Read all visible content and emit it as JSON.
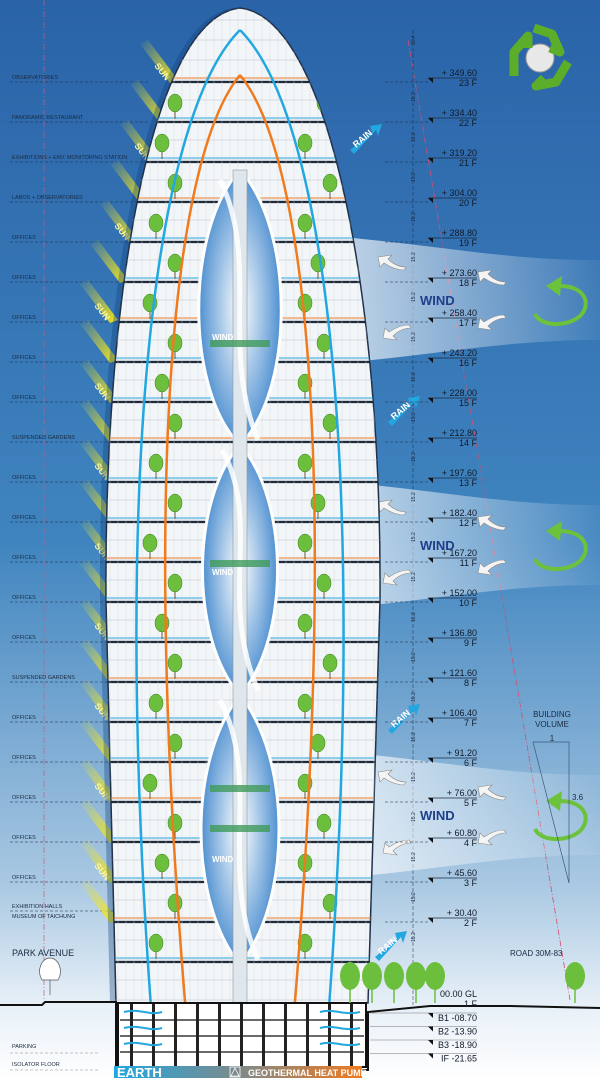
{
  "title": "Tower section diagram",
  "colors": {
    "sky_top": "#2a63a8",
    "sky_bottom": "#dbe8f3",
    "accent_blue": "#22a7e0",
    "accent_orange": "#f07a1e",
    "tree_green": "#6cbf3c",
    "sun_yellow": "#f2e51a"
  },
  "floor_labels": [
    "OBSERVATORIES",
    "PANORAMIC RESTAURANT",
    "EXHIBITIONS + ENV. MONITORING STATION",
    "LABOS + OBSERVATORIES",
    "OFFICES",
    "OFFICES",
    "OFFICES",
    "OFFICES",
    "OFFICES",
    "SUSPENDED GARDENS",
    "OFFICES",
    "OFFICES",
    "OFFICES",
    "OFFICES",
    "OFFICES",
    "SUSPENDED GARDENS",
    "OFFICES",
    "OFFICES",
    "OFFICES",
    "OFFICES",
    "OFFICES",
    "EXHIBITION HALLS"
  ],
  "museum_label": "MUSEUM OF TAICHUNG",
  "levels": [
    {
      "elev": "+ 349.60",
      "floor": "23 F"
    },
    {
      "elev": "+ 334.40",
      "floor": "22 F"
    },
    {
      "elev": "+ 319.20",
      "floor": "21 F"
    },
    {
      "elev": "+ 304.00",
      "floor": "20 F"
    },
    {
      "elev": "+ 288.80",
      "floor": "19 F"
    },
    {
      "elev": "+ 273.60",
      "floor": "18 F"
    },
    {
      "elev": "+ 258.40",
      "floor": "17 F"
    },
    {
      "elev": "+ 243.20",
      "floor": "16 F"
    },
    {
      "elev": "+ 228.00",
      "floor": "15 F"
    },
    {
      "elev": "+ 212.80",
      "floor": "14 F"
    },
    {
      "elev": "+ 197.60",
      "floor": "13 F"
    },
    {
      "elev": "+ 182.40",
      "floor": "12 F"
    },
    {
      "elev": "+ 167.20",
      "floor": "11 F"
    },
    {
      "elev": "+ 152.00",
      "floor": "10 F"
    },
    {
      "elev": "+ 136.80",
      "floor": "9 F"
    },
    {
      "elev": "+ 121.60",
      "floor": "8 F"
    },
    {
      "elev": "+ 106.40",
      "floor": "7 F"
    },
    {
      "elev": "+ 91.20",
      "floor": "6 F"
    },
    {
      "elev": "+ 76.00",
      "floor": "5 F"
    },
    {
      "elev": "+ 60.80",
      "floor": "4 F"
    },
    {
      "elev": "+ 45.60",
      "floor": "3 F"
    },
    {
      "elev": "+ 30.40",
      "floor": "2 F"
    }
  ],
  "ground_level": {
    "elev": "00.00 GL",
    "floor": "1 F"
  },
  "basement_levels": [
    "B1 -08.70",
    "B2 -13.90",
    "B3 -18.90",
    "IF -21.65"
  ],
  "dimensions": {
    "top": "30.4",
    "typical": "15.2"
  },
  "sun_label": "SUN",
  "rain_label": "RAIN",
  "wind_label": "WIND",
  "building_volume": {
    "title_line1": "BUILDING",
    "title_line2": "VOLUME",
    "top_ratio": "1",
    "side_ratio": "3.6"
  },
  "road_label": "ROAD 30M-83",
  "park_label": "PARK AVENUE",
  "parking_label": "PARKING",
  "isolator_label": "ISOLATOR FLOOR",
  "earth_label": "EARTH",
  "geothermal_label": "GEOTHERMAL HEAT PUMP"
}
